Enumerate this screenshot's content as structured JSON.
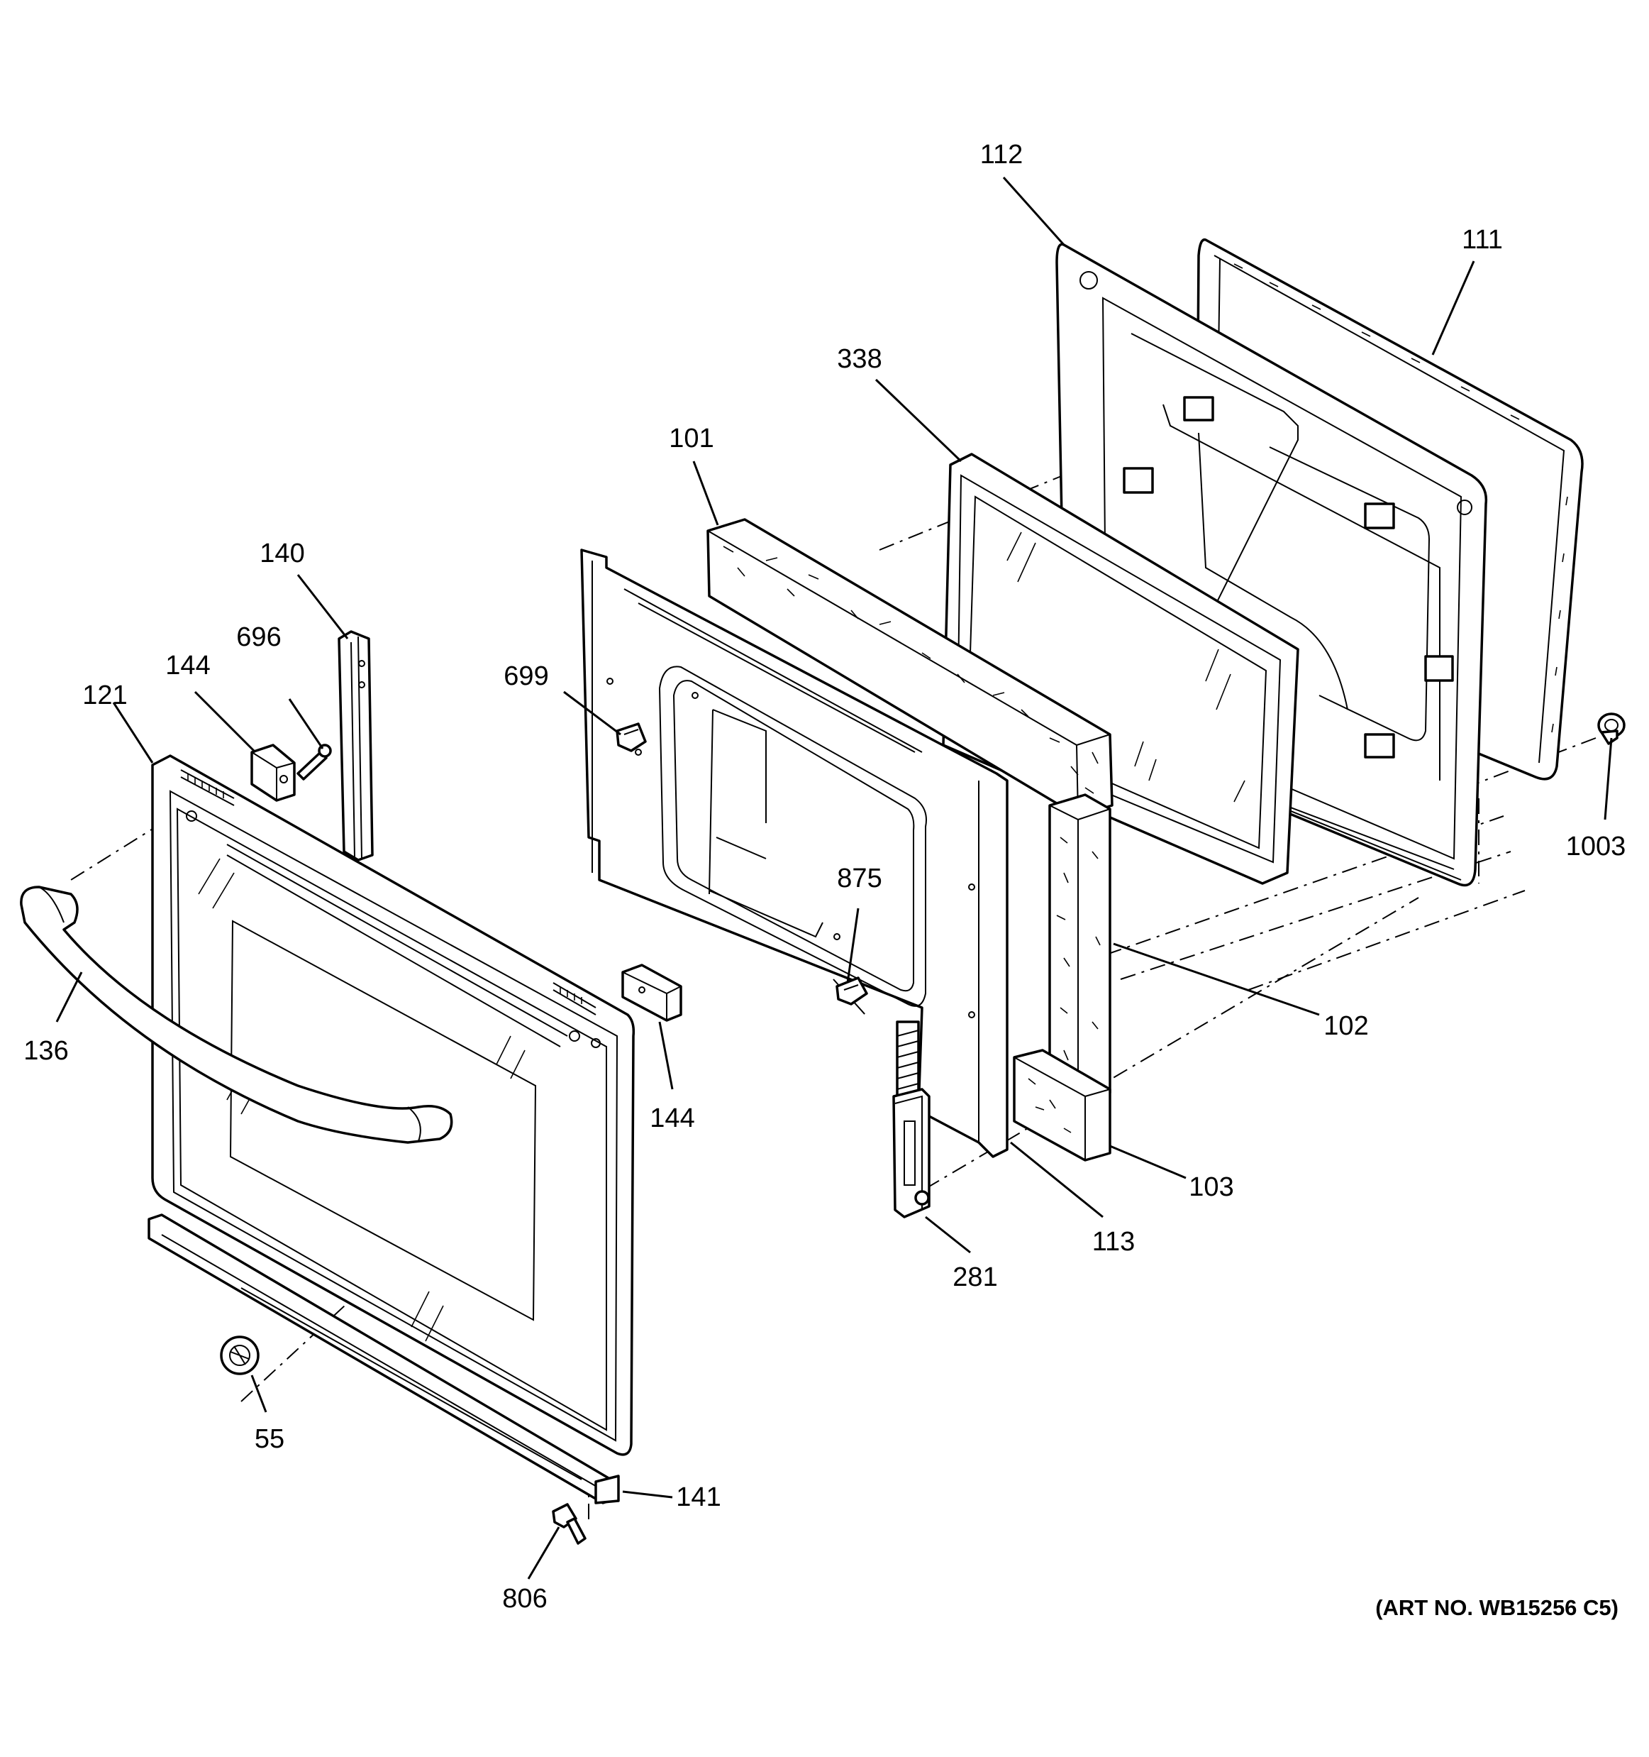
{
  "art_number": "(ART NO. WB15256 C5)",
  "callouts": [
    {
      "id": "112",
      "label": "112"
    },
    {
      "id": "111",
      "label": "111"
    },
    {
      "id": "338",
      "label": "338"
    },
    {
      "id": "101",
      "label": "101"
    },
    {
      "id": "140",
      "label": "140"
    },
    {
      "id": "696",
      "label": "696"
    },
    {
      "id": "144a",
      "label": "144"
    },
    {
      "id": "121",
      "label": "121"
    },
    {
      "id": "699",
      "label": "699"
    },
    {
      "id": "875",
      "label": "875"
    },
    {
      "id": "1003",
      "label": "1003"
    },
    {
      "id": "102",
      "label": "102"
    },
    {
      "id": "136",
      "label": "136"
    },
    {
      "id": "144b",
      "label": "144"
    },
    {
      "id": "103",
      "label": "103"
    },
    {
      "id": "113",
      "label": "113"
    },
    {
      "id": "281",
      "label": "281"
    },
    {
      "id": "55",
      "label": "55"
    },
    {
      "id": "141",
      "label": "141"
    },
    {
      "id": "806",
      "label": "806"
    }
  ]
}
